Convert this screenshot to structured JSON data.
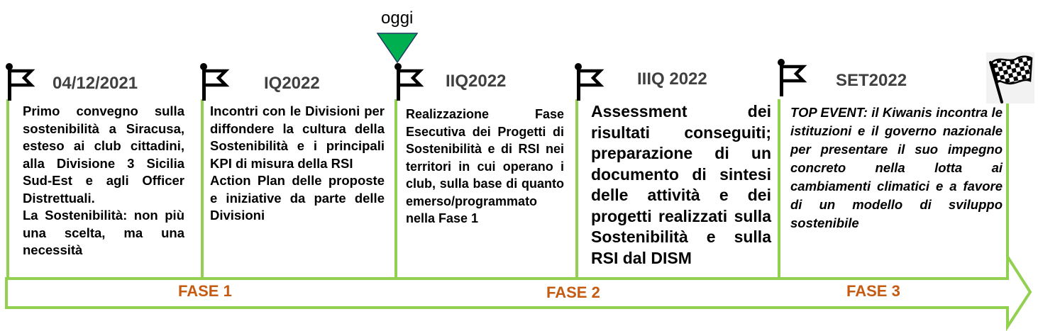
{
  "today_marker": {
    "label": "oggi",
    "color": "#00b050"
  },
  "colors": {
    "timeline": "#92d050",
    "phase_label": "#c55a11",
    "date_label": "#404040"
  },
  "milestones": [
    {
      "date": "04/12/2021",
      "paragraphs": [
        "Primo convegno sulla sostenibilità a Siracusa, esteso ai club cittadini, alla Divisione 3 Sicilia Sud-Est e agli Officer Distrettuali.",
        "La Sostenibilità: non più una scelta, ma una necessità"
      ]
    },
    {
      "date": "IQ2022",
      "paragraphs": [
        "Incontri con le Divisioni per diffondere la cultura della Sostenibilità e i principali KPI di misura della RSI",
        "Action Plan delle proposte e iniziative da parte delle Divisioni"
      ]
    },
    {
      "date": "IIQ2022",
      "paragraphs": [
        "Realizzazione Fase Esecutiva dei Progetti di Sostenibilità e di RSI nei territori in cui operano i club, sulla base di quanto emerso/programmato nella Fase 1"
      ]
    },
    {
      "date": "IIIQ 2022",
      "paragraphs": [
        "Assessment dei risultati conseguiti; preparazione di un documento di sintesi delle attività e dei progetti realizzati sulla Sostenibilità e sulla RSI dal DISM"
      ]
    },
    {
      "date": "SET2022",
      "paragraphs": [
        "TOP EVENT: il Kiwanis incontra le istituzioni e il governo nazionale per presentare il suo impegno concreto nella lotta ai cambiamenti climatici e a favore di un modello di sviluppo sostenibile"
      ]
    }
  ],
  "phases": [
    "FASE 1",
    "FASE 2",
    "FASE 3"
  ],
  "icons": {
    "milestone": "flag-icon",
    "finish": "checkered-flag-icon"
  }
}
